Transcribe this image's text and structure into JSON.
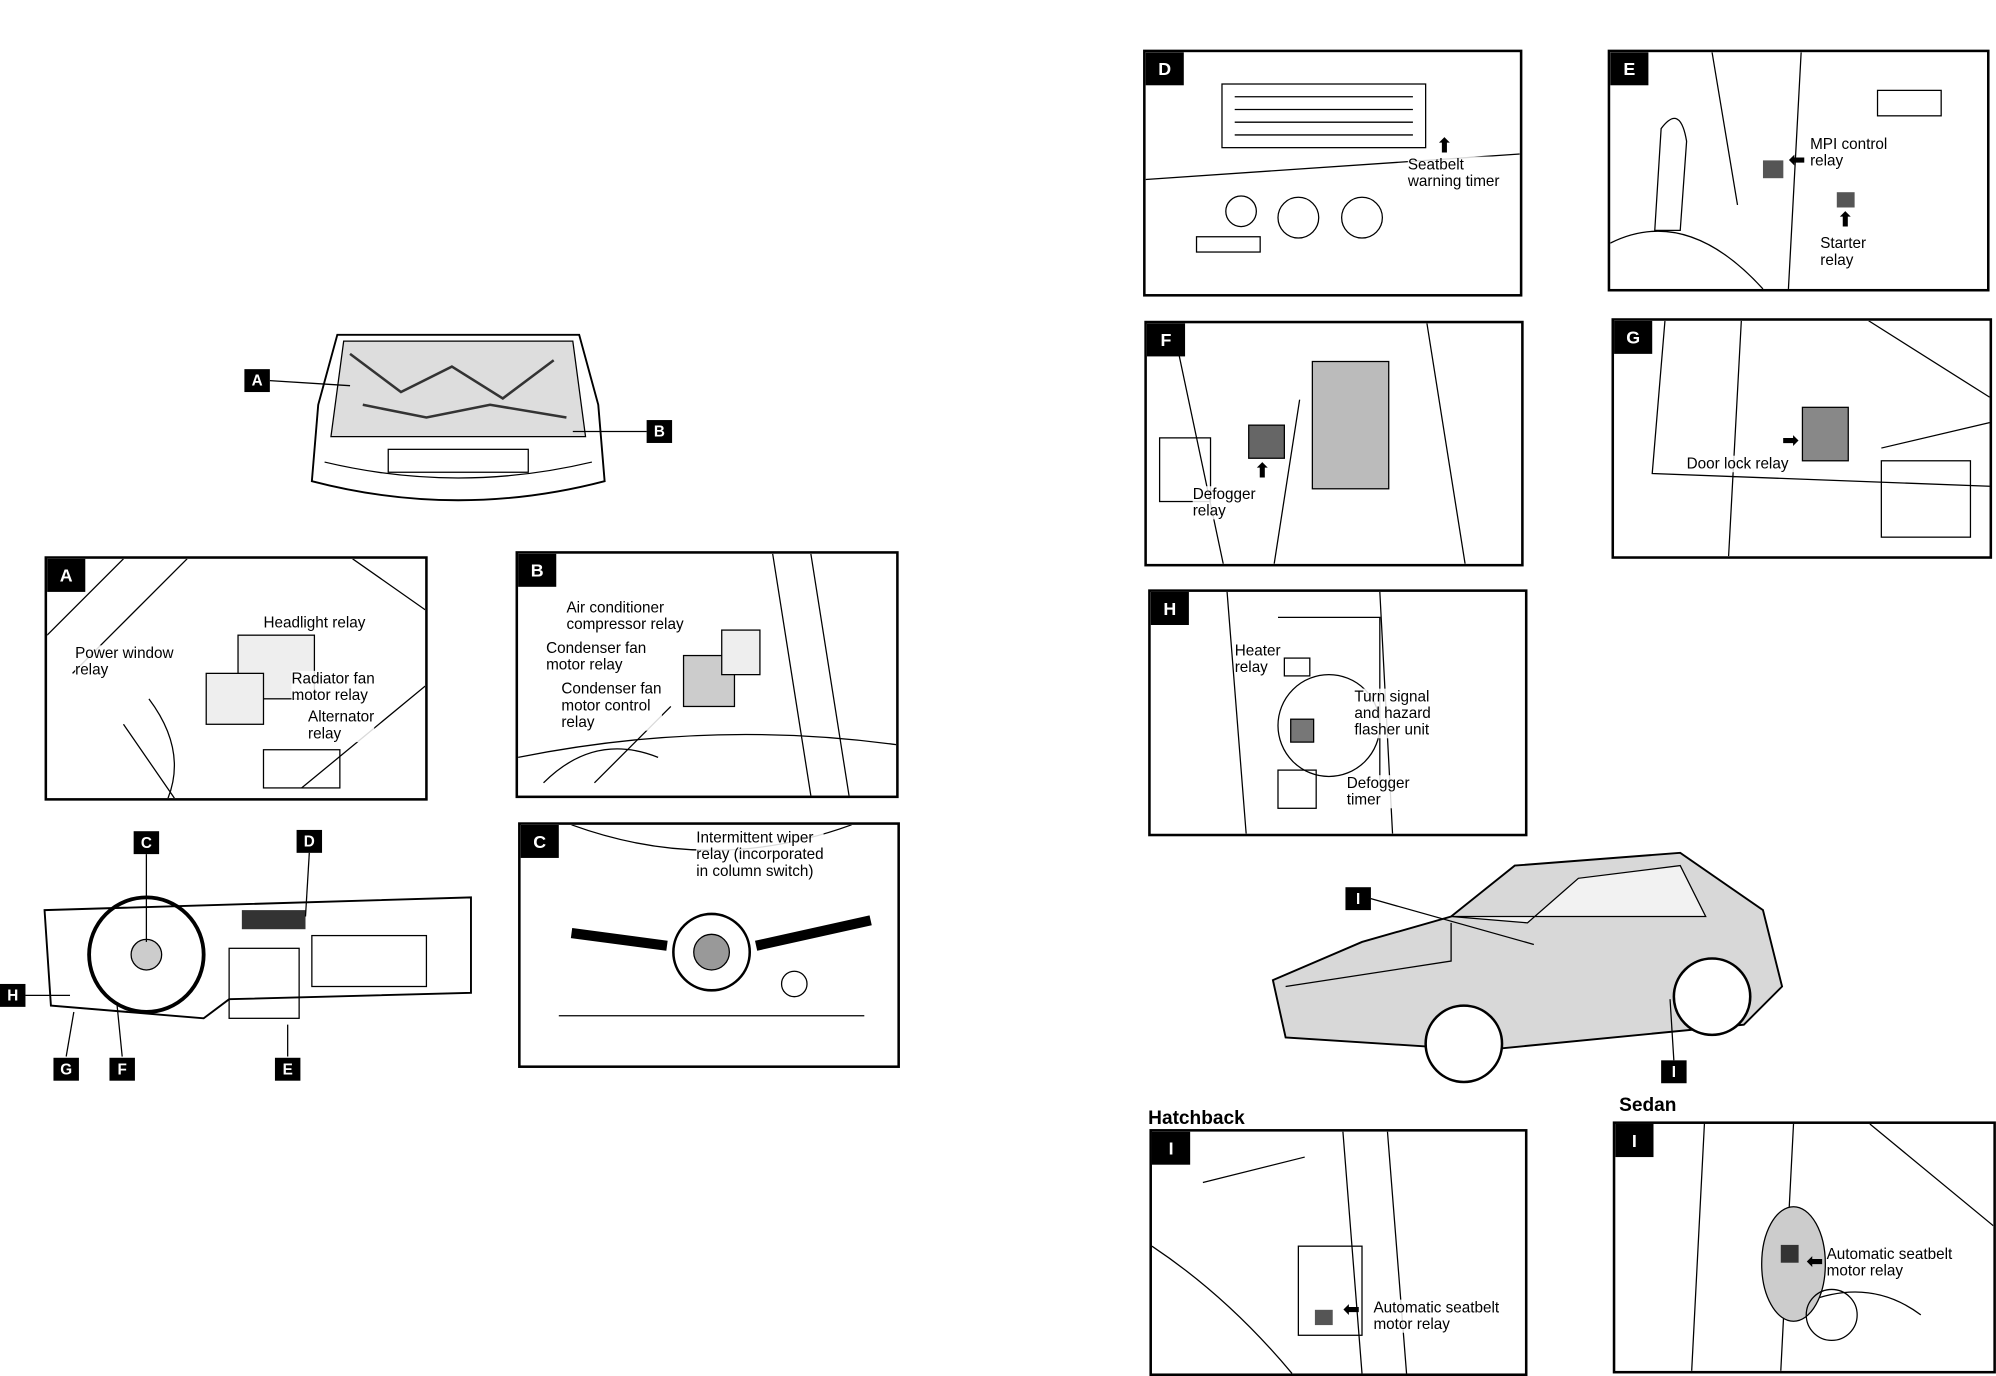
{
  "panels": {
    "A": {
      "badge": "A",
      "labels": [
        "Headlight relay",
        "Power window\nrelay",
        "Radiator fan\nmotor relay",
        "Alternator\nrelay"
      ]
    },
    "B": {
      "badge": "B",
      "labels": [
        "Air conditioner\ncompressor relay",
        "Condenser fan\nmotor relay",
        "Condenser fan\nmotor control\nrelay"
      ]
    },
    "C": {
      "badge": "C",
      "labels": [
        "Intermittent wiper\nrelay (incorporated\nin column switch)"
      ]
    },
    "D": {
      "badge": "D",
      "labels": [
        "Seatbelt\nwarning timer"
      ]
    },
    "E": {
      "badge": "E",
      "labels": [
        "MPI control\nrelay",
        "Starter\nrelay"
      ]
    },
    "F": {
      "badge": "F",
      "labels": [
        "Defogger\nrelay"
      ]
    },
    "G": {
      "badge": "G",
      "labels": [
        "Door lock relay"
      ]
    },
    "H": {
      "badge": "H",
      "labels": [
        "Heater\nrelay",
        "Turn signal\nand hazard\nflasher unit",
        "Defogger\ntimer"
      ]
    },
    "I_hatch": {
      "badge": "I",
      "labels": [
        "Automatic seatbelt\nmotor relay"
      ]
    },
    "I_sedan": {
      "badge": "I",
      "labels": [
        "Automatic seatbelt\nmotor relay"
      ]
    }
  },
  "captions": {
    "hatchback": "Hatchback",
    "sedan": "Sedan"
  },
  "markers": {
    "engine_A": "A",
    "engine_B": "B",
    "dash_C": "C",
    "dash_D": "D",
    "dash_H": "H",
    "dash_G": "G",
    "dash_F": "F",
    "dash_E": "E",
    "car_I_top": "I",
    "car_I_bottom": "I"
  }
}
